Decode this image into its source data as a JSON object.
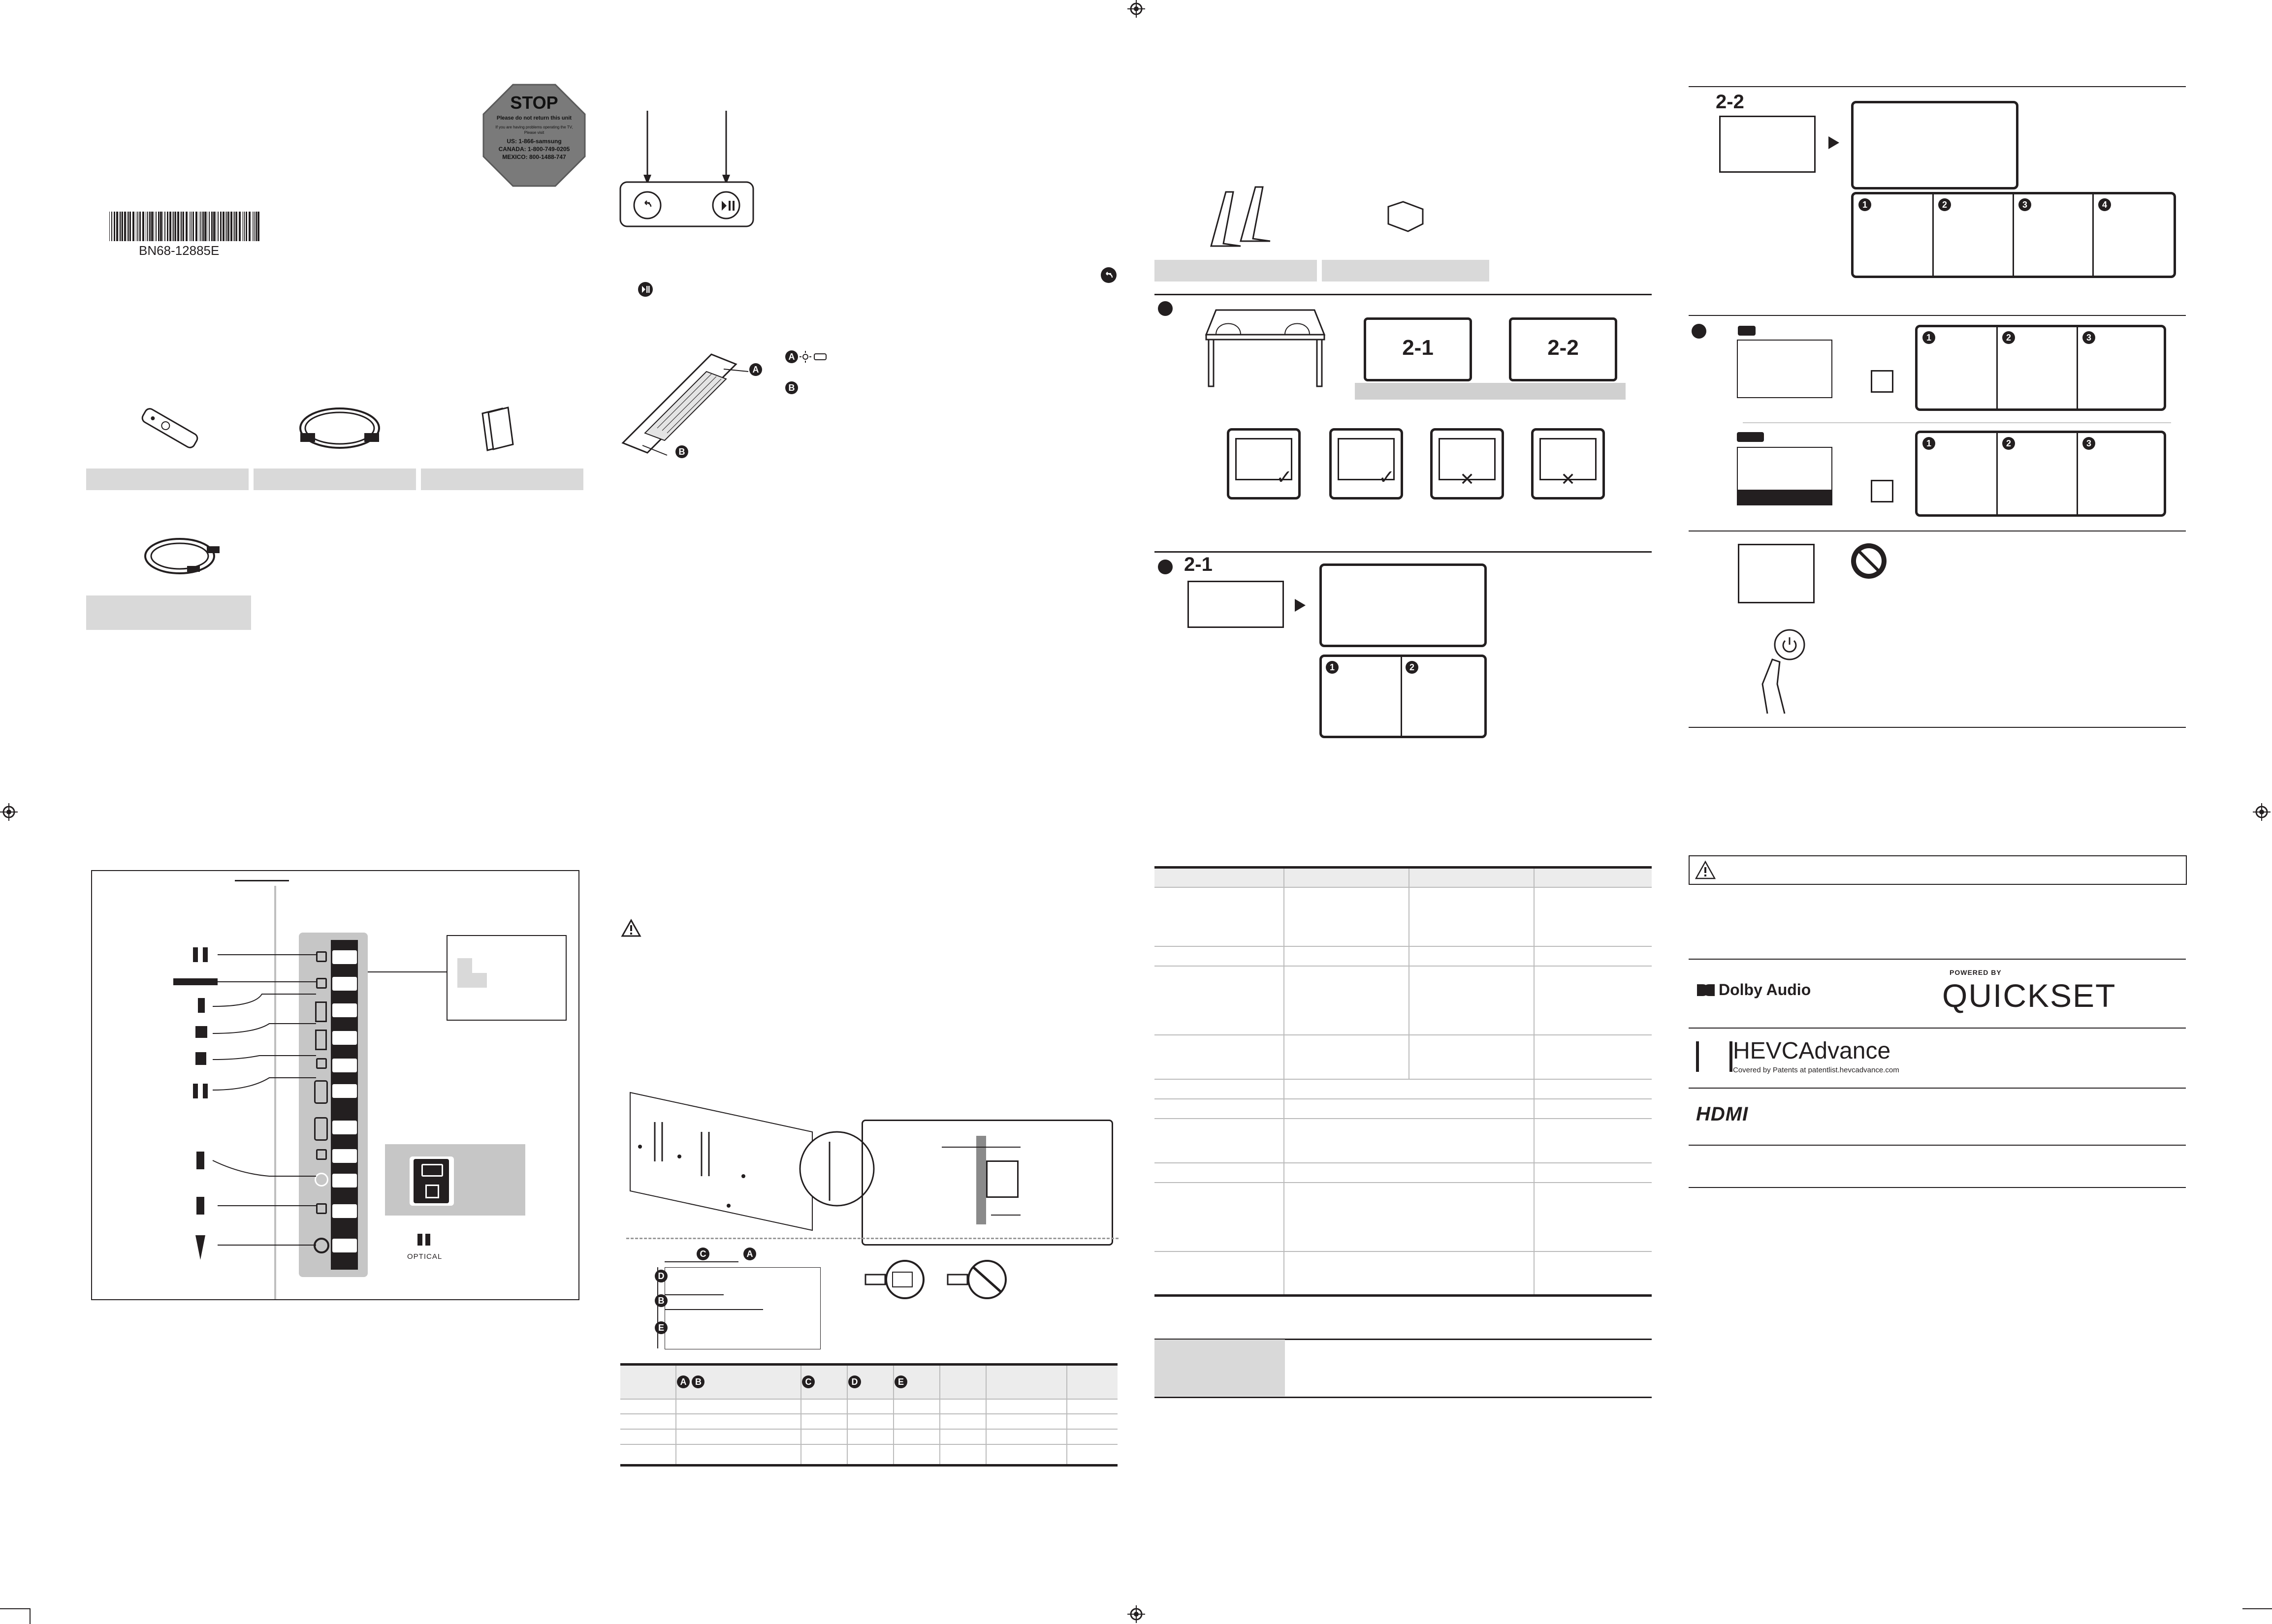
{
  "barcode": {
    "code": "BN68-12885E"
  },
  "stop_sign": {
    "title": "STOP",
    "line1": "Please do not return this unit",
    "line2": "If you are having problems operating the TV,",
    "line3": "Please visit",
    "us": "US: 1-866-samsung",
    "canada": "CANADA: 1-800-749-0205",
    "mexico": "MEXICO: 800-1488-747"
  },
  "installation": {
    "label_2_1": "2-1",
    "label_2_2": "2-2"
  },
  "connections": {
    "optical_label": "OPTICAL"
  },
  "markers": {
    "a": "A",
    "b": "B",
    "c": "C",
    "d": "D",
    "e": "E"
  },
  "logos": {
    "dolby": "Dolby Audio",
    "quickset_powered": "POWERED BY",
    "quickset": "QUICKSET",
    "hevc": "HEVCAdvance",
    "hevc_sub": "Covered by Patents at patentlist.hevcadvance.com",
    "hdmi": "HDMI"
  },
  "icons": [
    "crosshair-icon",
    "back-icon",
    "play-pause-icon",
    "warning-icon",
    "power-icon",
    "no-tool-icon",
    "check-icon",
    "cross-icon"
  ]
}
